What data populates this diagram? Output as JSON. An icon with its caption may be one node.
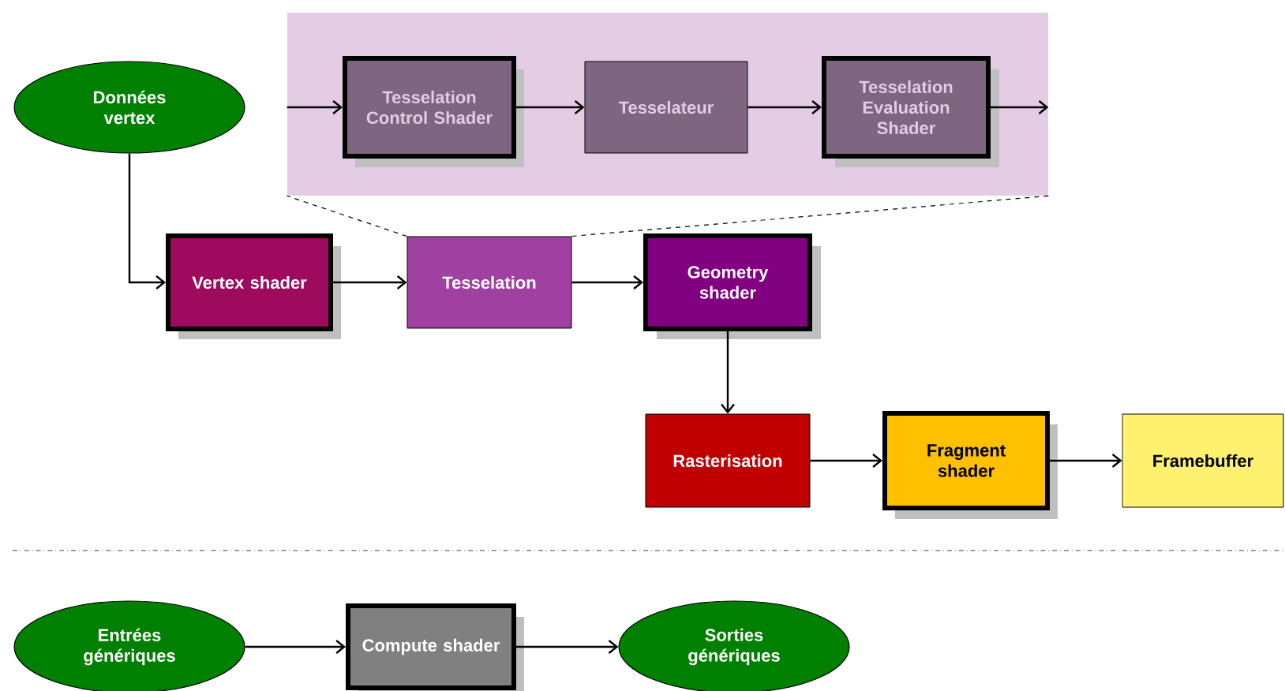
{
  "diagram": {
    "nodes": [
      {
        "text": [
          "Données vertex"
        ]
      },
      {
        "text": [],
        "shape": "box"
      },
      {
        "text": [
          "Tesselation Control Shader"
        ],
        "in": 1
      },
      {
        "text": [
          "Tesselateur"
        ],
        "in": 1
      },
      {
        "text": [
          "Tesselation Evaluation Shader"
        ],
        "in": 1
      },
      {
        "text": [
          "Vertex shader"
        ]
      },
      {
        "text": [
          "Tesselation"
        ]
      },
      {
        "text": [
          "Geometry shader"
        ]
      },
      {
        "text": [
          "Rasterisation"
        ]
      },
      {
        "text": [
          "Fragment shader"
        ]
      },
      {
        "text": [
          "Framebuffer"
        ]
      },
      {
        "text": [
          "Entrées génériques"
        ]
      },
      {
        "text": [
          "Compute shader"
        ]
      },
      {
        "text": [
          "Sorties génériques"
        ]
      }
    ],
    "edges": [
      {
        "from": 0,
        "to": 5,
        "arrow": "to"
      },
      {
        "from": 5,
        "to": 6,
        "arrow": "to"
      },
      {
        "from": 6,
        "to": 7,
        "arrow": "to"
      },
      {
        "from": 7,
        "to": 8,
        "arrow": "to"
      },
      {
        "from": 8,
        "to": 9,
        "arrow": "to"
      },
      {
        "from": 9,
        "to": 10,
        "arrow": "to"
      },
      {
        "from": null,
        "to": 2,
        "arrow": "to"
      },
      {
        "from": 2,
        "to": 3,
        "arrow": "to"
      },
      {
        "from": 3,
        "to": 4,
        "arrow": "to"
      },
      {
        "from": 4,
        "to": null,
        "arrow": "to"
      },
      {
        "from": 6,
        "to": 1,
        "arrow": "none",
        "style": "dashed"
      },
      {
        "from": 6,
        "to": 1,
        "arrow": "none",
        "style": "dashed"
      },
      {
        "from": 11,
        "to": 12,
        "arrow": "to"
      },
      {
        "from": 12,
        "to": 13,
        "arrow": "to"
      }
    ]
  }
}
